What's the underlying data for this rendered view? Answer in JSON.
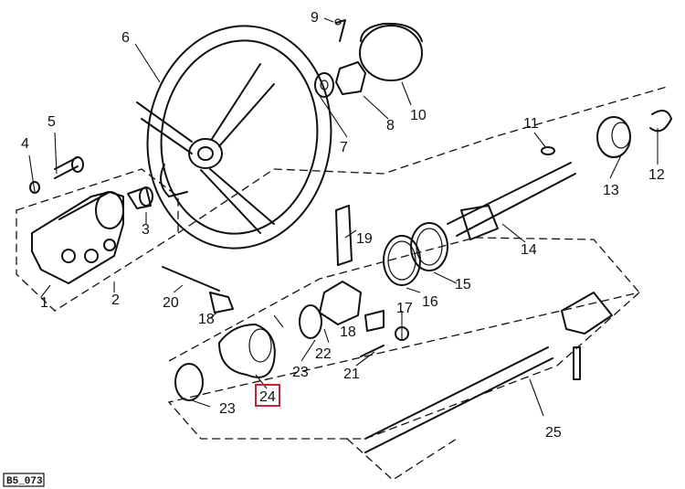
{
  "diagram": {
    "code": "B5_073",
    "callouts": [
      {
        "label": "1"
      },
      {
        "label": "2"
      },
      {
        "label": "3"
      },
      {
        "label": "4"
      },
      {
        "label": "5"
      },
      {
        "label": "6"
      },
      {
        "label": "7"
      },
      {
        "label": "8"
      },
      {
        "label": "9"
      },
      {
        "label": "10"
      },
      {
        "label": "11"
      },
      {
        "label": "12"
      },
      {
        "label": "13"
      },
      {
        "label": "14"
      },
      {
        "label": "15"
      },
      {
        "label": "16"
      },
      {
        "label": "17"
      },
      {
        "label": "18"
      },
      {
        "label": "18"
      },
      {
        "label": "19"
      },
      {
        "label": "20"
      },
      {
        "label": "21"
      },
      {
        "label": "22"
      },
      {
        "label": "23"
      },
      {
        "label": "23"
      },
      {
        "label": "24",
        "highlighted": true
      },
      {
        "label": "25"
      }
    ],
    "highlight_color": "#d21f2a"
  }
}
